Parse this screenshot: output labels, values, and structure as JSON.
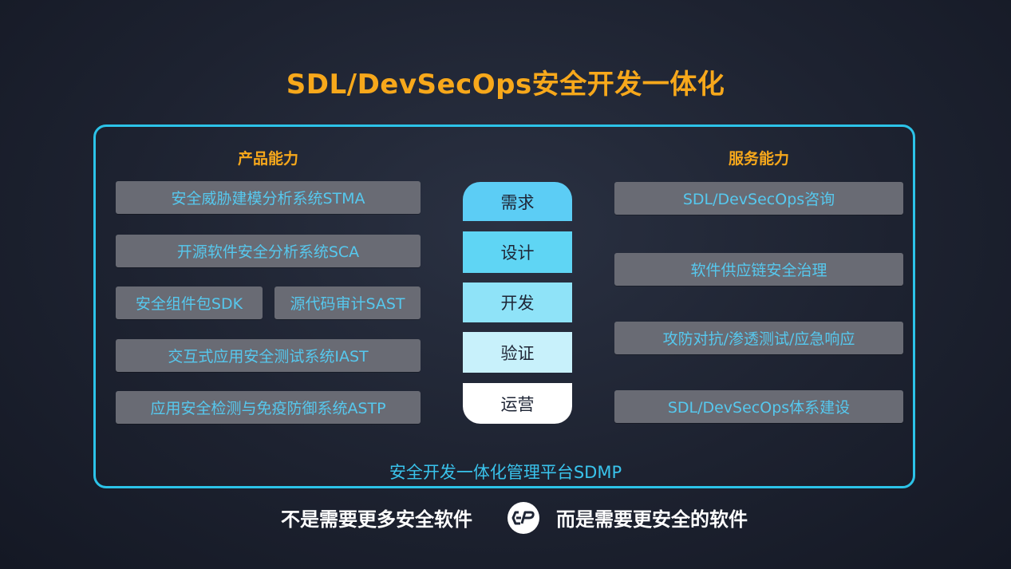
{
  "title": "SDL/DevSecOps安全开发一体化",
  "product": {
    "heading": "产品能力",
    "items": [
      "安全威胁建模分析系统STMA",
      "开源软件安全分析系统SCA",
      "安全组件包SDK",
      "源代码审计SAST",
      "交互式应用安全测试系统IAST",
      "应用安全检测与免疫防御系统ASTP"
    ]
  },
  "stages": [
    "需求",
    "设计",
    "开发",
    "验证",
    "运营"
  ],
  "service": {
    "heading": "服务能力",
    "items": [
      "SDL/DevSecOps咨询",
      "软件供应链安全治理",
      "攻防对抗/渗透测试/应急响应",
      "SDL/DevSecOps体系建设"
    ]
  },
  "platform": "安全开发一体化管理平台SDMP",
  "slogan": {
    "left": "不是需要更多安全软件",
    "right": "而是需要更安全的软件",
    "logo_icon": "brand-logo-icon"
  },
  "colors": {
    "accent_orange": "#f7a81b",
    "frame_cyan": "#2cc3e8",
    "box_gray": "#696b74",
    "box_text": "#56c8ee"
  }
}
